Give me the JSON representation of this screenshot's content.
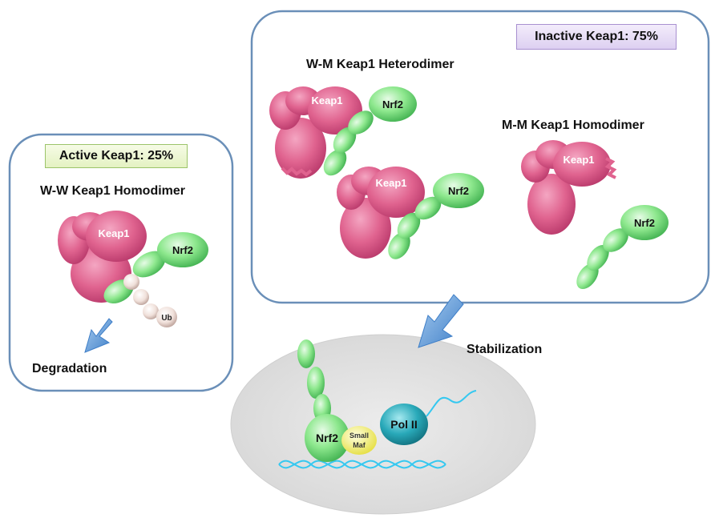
{
  "active_panel": {
    "badge": "Active Keap1: 25%",
    "title": "W-W Keap1 Homodimer",
    "keap1": "Keap1",
    "nrf2": "Nrf2",
    "ub": "Ub",
    "outcome": "Degradation"
  },
  "inactive_panel": {
    "badge": "Inactive Keap1: 75%",
    "heterodimer_title": "W-M Keap1 Heterodimer",
    "homodimer_title": "M-M Keap1 Homodimer",
    "keap1": "Keap1",
    "nrf2": "Nrf2"
  },
  "nucleus": {
    "outcome": "Stabilization",
    "nrf2": "Nrf2",
    "small_maf_line1": "Small",
    "small_maf_line2": "Maf",
    "pol2": "Pol II"
  },
  "colors": {
    "keap1_fill": "#e0638f",
    "nrf2_fill": "#7ee07e",
    "panel_border": "#6a8fb8",
    "arrow_fill": "#6aa3dc",
    "nucleus_fill": "#e3e3e3",
    "dna": "#35c8f0",
    "pol2_fill": "#29a9b9",
    "maf_fill": "#f4ef6a",
    "ub_fill": "#f0e0da"
  }
}
